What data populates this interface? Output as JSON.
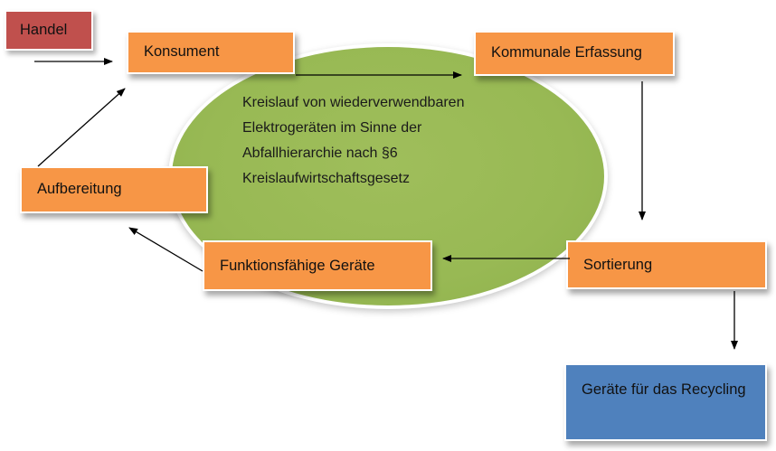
{
  "center_text": [
    "Kreislauf von wiederverwendbaren",
    "Elektrogeräten im Sinne der",
    "Abfallhierarchie nach §6",
    "Kreislaufwirtschaftsgesetz"
  ],
  "boxes": {
    "handel": "Handel",
    "konsument": "Konsument",
    "kommunale_erfassung": "Kommunale Erfassung",
    "aufbereitung": "Aufbereitung",
    "funktionsfaehige_geraete": "Funktionsfähige Geräte",
    "sortierung": "Sortierung",
    "recycling": "Geräte für das Recycling"
  },
  "colors": {
    "orange_box": "#f79646",
    "red_box": "#c0504d",
    "blue_box": "#4f81bd",
    "ellipse": "#9bbb59"
  },
  "flow": [
    {
      "from": "handel",
      "to": "konsument"
    },
    {
      "from": "konsument",
      "to": "kommunale_erfassung"
    },
    {
      "from": "kommunale_erfassung",
      "to": "sortierung"
    },
    {
      "from": "sortierung",
      "to": "funktionsfaehige_geraete"
    },
    {
      "from": "sortierung",
      "to": "recycling"
    },
    {
      "from": "funktionsfaehige_geraete",
      "to": "aufbereitung"
    },
    {
      "from": "aufbereitung",
      "to": "konsument"
    }
  ]
}
